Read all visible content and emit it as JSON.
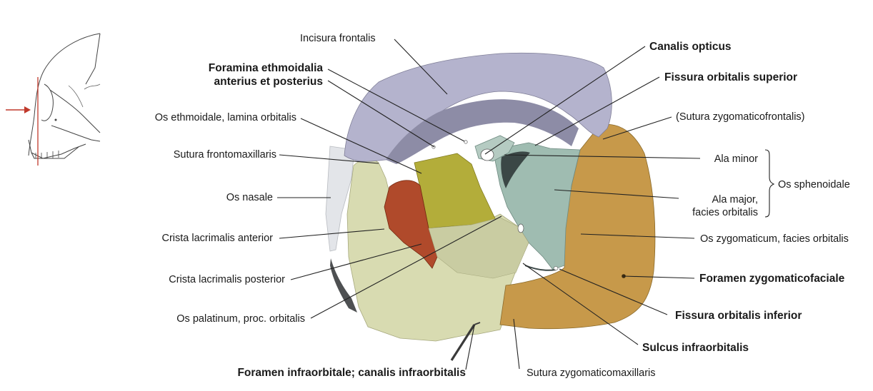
{
  "labels": {
    "incisura_frontalis": "Incisura frontalis",
    "foramina_ethmoidalia_1": "Foramina ethmoidalia",
    "foramina_ethmoidalia_2": "anterius et posterius",
    "os_ethmoidale": "Os ethmoidale, lamina orbitalis",
    "sutura_frontomaxillaris": "Sutura frontomaxillaris",
    "os_nasale": "Os nasale",
    "crista_lacrimalis_anterior": "Crista lacrimalis anterior",
    "crista_lacrimalis_posterior": "Crista lacrimalis posterior",
    "os_palatinum": "Os palatinum, proc. orbitalis",
    "foramen_infraorbitale": "Foramen infraorbitale; canalis infraorbitalis",
    "sutura_zygomaticomaxillaris": "Sutura zygomaticomaxillaris",
    "sulcus_infraorbitalis": "Sulcus infraorbitalis",
    "fissura_orbitalis_inferior": "Fissura orbitalis inferior",
    "foramen_zygomaticofaciale": "Foramen zygomaticofaciale",
    "os_zygomaticum": "Os zygomaticum, facies orbitalis",
    "ala_major_1": "Ala major,",
    "ala_major_2": "facies orbitalis",
    "ala_minor": "Ala minor",
    "os_sphenoidale": "Os sphenoidale",
    "sutura_zygomaticofrontalis": "(Sutura zygomaticofrontalis)",
    "fissura_orbitalis_superior": "Fissura orbitalis superior",
    "canalis_opticus": "Canalis opticus"
  },
  "colors": {
    "frontal": "#b4b3cc",
    "frontal_dark": "#77768f",
    "maxilla": "#d9dcb0",
    "ethmoid": "#b3ad3a",
    "lacrimal": "#b14a2a",
    "sphenoid": "#9fbdb2",
    "zygomatic": "#c79a45",
    "nasal": "#e2e4e8",
    "indicator": "#c0392b"
  }
}
